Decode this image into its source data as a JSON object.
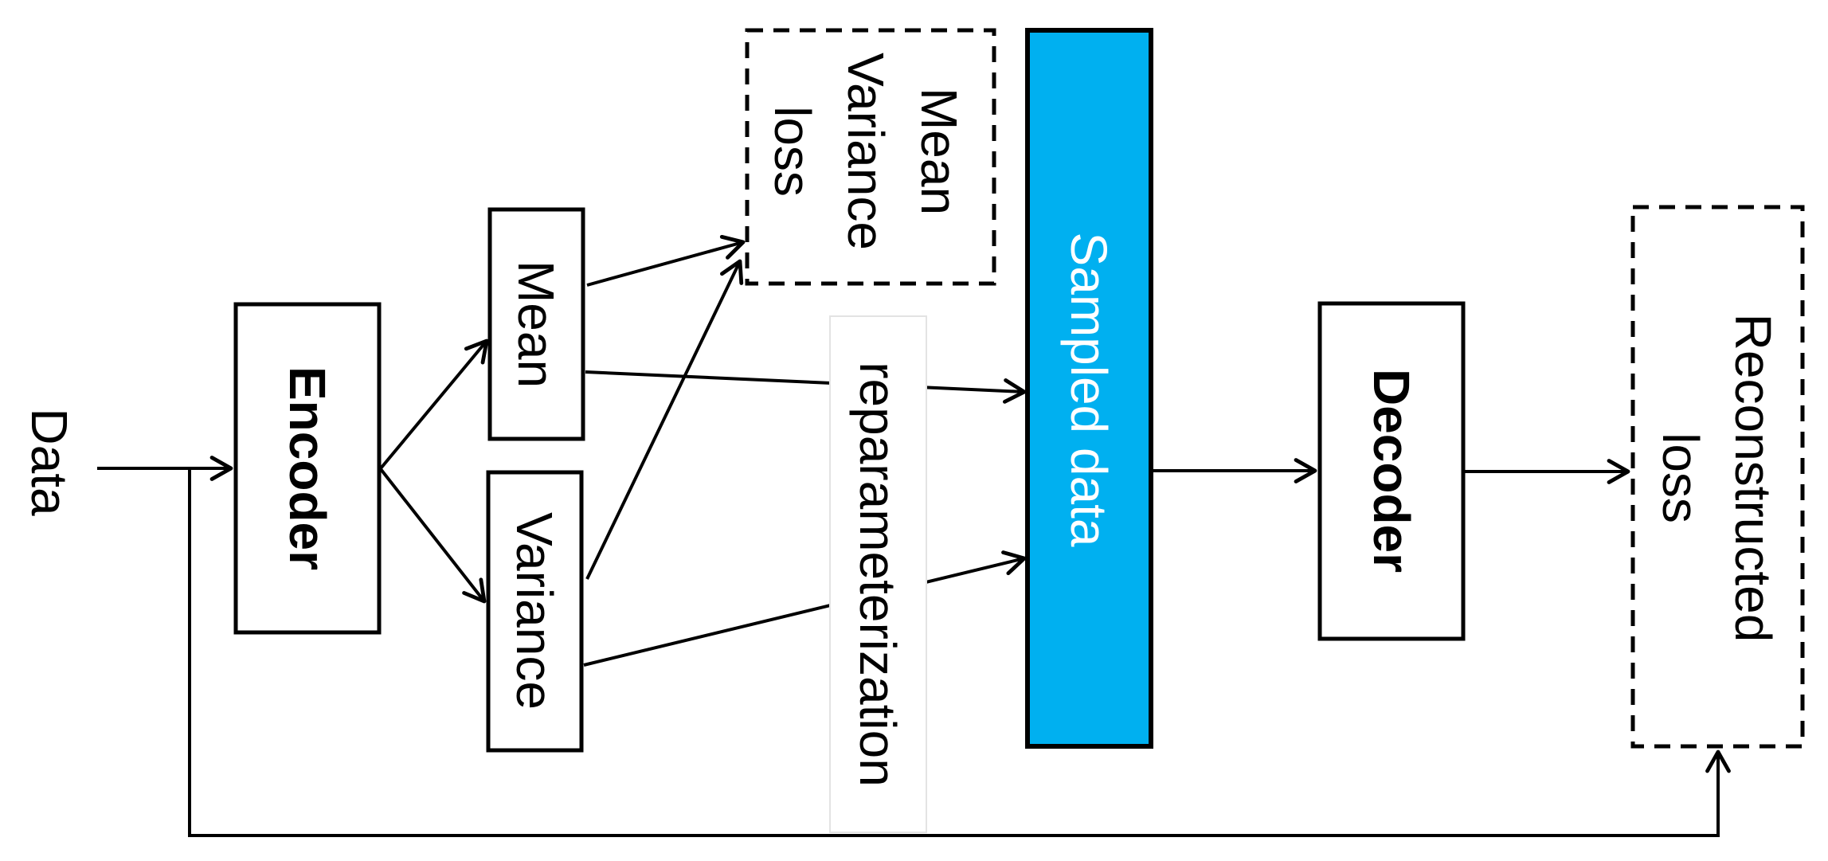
{
  "diagram": {
    "nodes": {
      "data_label": "Data",
      "encoder": "Encoder",
      "mean": "Mean",
      "variance": "Variance",
      "mean_variance_loss": {
        "line1": "Mean",
        "line2": "Variance",
        "line3": "loss"
      },
      "reparameterization": "reparameterization",
      "sampled_data": "Sampled data",
      "decoder": "Decoder",
      "reconstructed_loss": {
        "line1": "Reconstructed",
        "line2": "loss"
      }
    },
    "colors": {
      "sampled_fill": "#00B0F0",
      "sampled_text": "#FFFFFF",
      "line": "#000000",
      "background": "#FFFFFF"
    }
  }
}
